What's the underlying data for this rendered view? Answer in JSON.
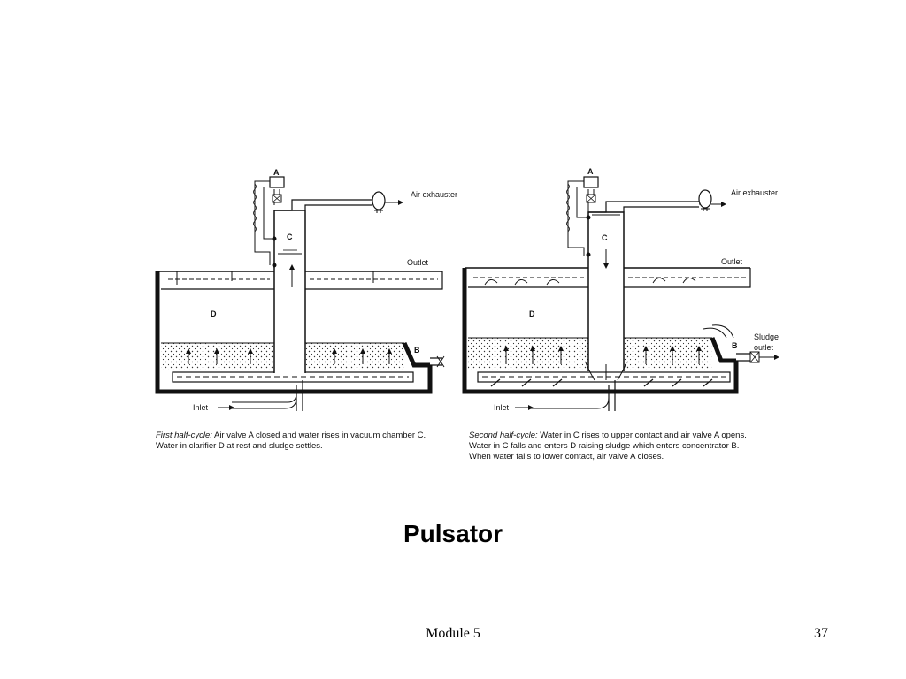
{
  "slide": {
    "title": "Pulsator",
    "footer_module": "Module 5",
    "page_number": "37"
  },
  "diagram_left": {
    "label_A": "A",
    "label_C": "C",
    "label_D": "D",
    "label_B": "B",
    "air_exhauster": "Air exhauster",
    "outlet": "Outlet",
    "inlet": "Inlet"
  },
  "diagram_right": {
    "label_A": "A",
    "label_C": "C",
    "label_D": "D",
    "label_B": "B",
    "air_exhauster": "Air exhauster",
    "outlet": "Outlet",
    "sludge_line1": "Sludge",
    "sludge_line2": "outlet",
    "inlet": "Inlet"
  },
  "captions": {
    "first_lead": "First half-cycle:",
    "first_line1": " Air valve A closed and water rises in vacuum chamber C.",
    "first_line2": "Water in clarifier D at rest and sludge settles.",
    "second_lead": "Second half-cycle:",
    "second_line1": " Water in C rises to upper contact and air valve A opens.",
    "second_line2": "Water in C falls and enters D raising sludge which enters concentrator B.",
    "second_line3": "When water falls to lower contact, air valve A closes."
  },
  "colors": {
    "ink": "#111111",
    "background": "#ffffff"
  }
}
